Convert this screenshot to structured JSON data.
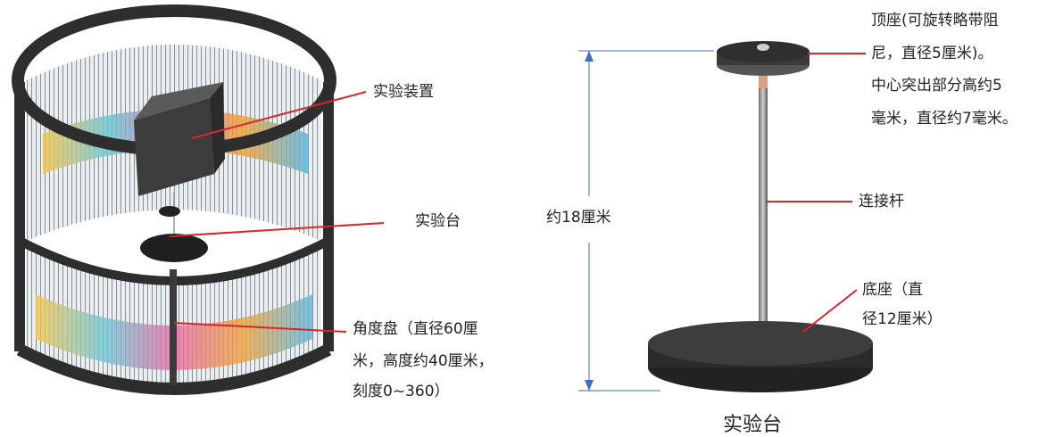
{
  "left_figure": {
    "labels": {
      "device": "实验装置",
      "platform": "实验台",
      "dial_line1": "角度盘（直径60厘",
      "dial_line2": "米，高度约40厘米，",
      "dial_line3": "刻度0~360）"
    }
  },
  "right_figure": {
    "labels": {
      "top_line1": "顶座(可旋转略带阻",
      "top_line2": "尼，直径5厘米)。",
      "top_line3": "中心突出部分高约5",
      "top_line4": "毫米，直径约7毫米。",
      "rod": "连接杆",
      "base_line1": "底座（直",
      "base_line2": "径12厘米）",
      "height": "约18厘米"
    },
    "caption": "实验台"
  },
  "colors": {
    "pointer_red": "#d9262c",
    "dimension_blue": "#3b6fc4",
    "frame_dark": "#2e2e2e",
    "base_dark": "#2b2b2b"
  }
}
